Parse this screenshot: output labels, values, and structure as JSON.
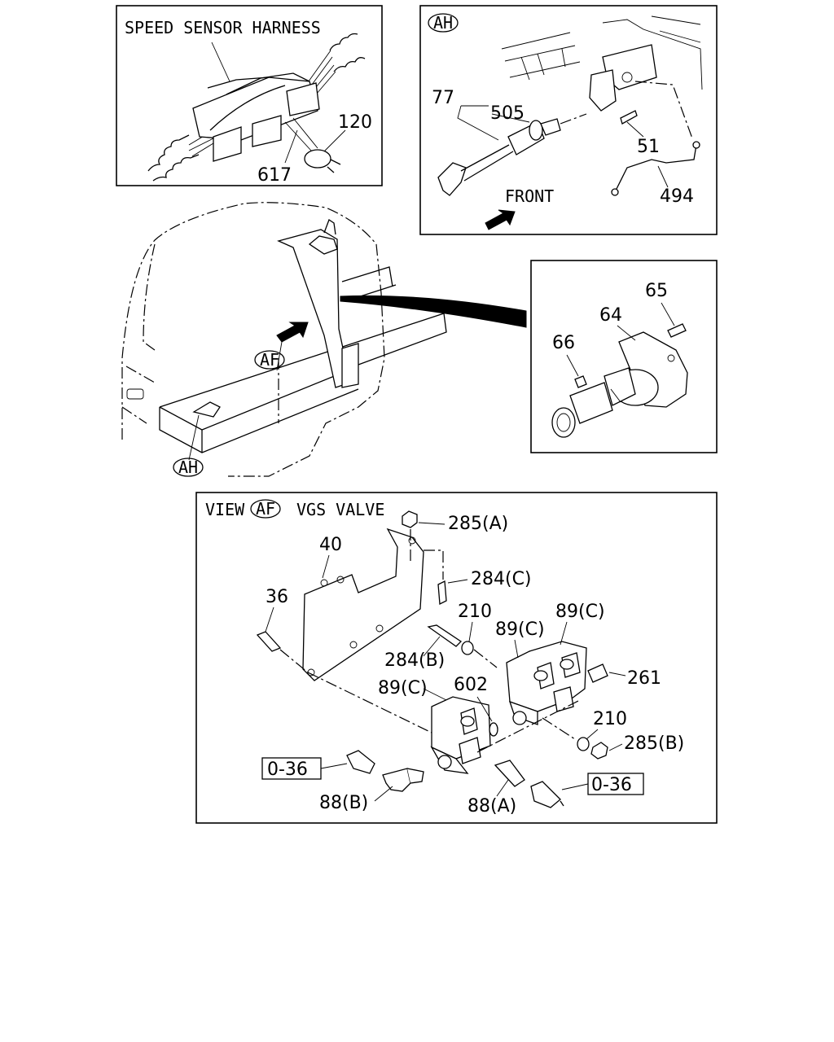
{
  "callouts": {
    "speed_sensor_harness": "SPEED SENSOR HARNESS",
    "ah_detail_tag": "AH",
    "front": "FRONT",
    "af_marker": "AF",
    "ah_marker": "AH",
    "view_prefix": "VIEW",
    "view_tag": "AF",
    "vgs_valve": "VGS VALVE"
  },
  "part_numbers": {
    "p120": "120",
    "p617": "617",
    "p77": "77",
    "p505": "505",
    "p51": "51",
    "p494": "494",
    "p65": "65",
    "p64": "64",
    "p66": "66",
    "p285a": "285(A)",
    "p40": "40",
    "p284c": "284(C)",
    "p36": "36",
    "p210_top": "210",
    "p89c_left": "89(C)",
    "p89c_right": "89(C)",
    "p284b": "284(B)",
    "p261": "261",
    "p89c_lower": "89(C)",
    "p602": "602",
    "p210_bottom": "210",
    "p285b": "285(B)",
    "p88b": "88(B)",
    "p88a": "88(A)",
    "ref_left": "0-36",
    "ref_right": "0-36"
  }
}
